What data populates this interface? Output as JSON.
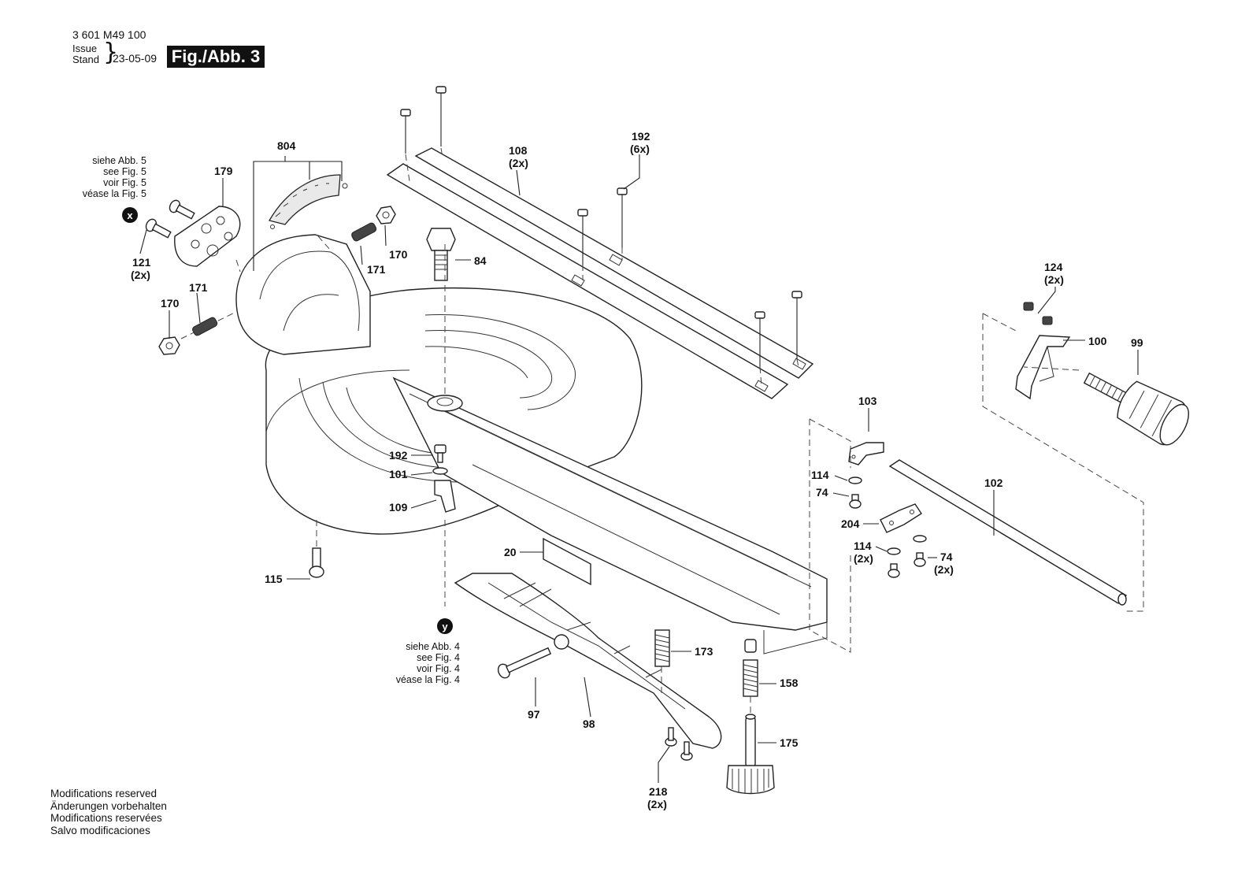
{
  "header": {
    "part_number": "3 601 M49 100",
    "issue_label": "Issue",
    "stand_label": "Stand",
    "date": "23-05-09",
    "figure": "Fig./Abb. 3"
  },
  "cross_refs": {
    "x": {
      "marker": "x",
      "lines": [
        "siehe Abb. 5",
        "see Fig. 5",
        "voir Fig. 5",
        "véase la Fig. 5"
      ]
    },
    "y": {
      "marker": "y",
      "lines": [
        "siehe Abb. 4",
        "see Fig. 4",
        "voir Fig. 4",
        "véase la Fig. 4"
      ]
    }
  },
  "labels": {
    "l804": "804",
    "l179": "179",
    "l121": "121",
    "l121q": "(2x)",
    "l170a": "170",
    "l171a": "171",
    "l170b": "170",
    "l171b": "171",
    "l84": "84",
    "l108": "108",
    "l108q": "(2x)",
    "l192a": "192",
    "l192aq": "(6x)",
    "l124": "124",
    "l124q": "(2x)",
    "l100": "100",
    "l99": "99",
    "l103": "103",
    "l102": "102",
    "l114a": "114",
    "l74a": "74",
    "l204": "204",
    "l114b": "114",
    "l114bq": "(2x)",
    "l74b": "74",
    "l74bq": "(2x)",
    "l192b": "192",
    "l101": "101",
    "l109": "109",
    "l115": "115",
    "l20": "20",
    "l173": "173",
    "l158": "158",
    "l175": "175",
    "l97": "97",
    "l98": "98",
    "l218": "218",
    "l218q": "(2x)"
  },
  "footer": {
    "lines": [
      "Modifications reserved",
      "Änderungen vorbehalten",
      "Modifications reservées",
      "Salvo modificaciones"
    ]
  }
}
